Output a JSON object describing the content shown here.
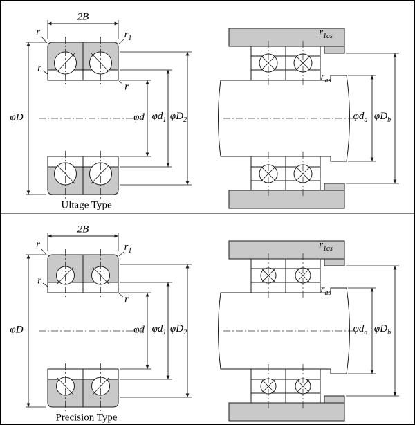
{
  "panels": [
    {
      "caption": "Ultage Type",
      "section": {
        "b2": "2B",
        "r_top": "r",
        "r1": {
          "main": "r",
          "sub": "1"
        },
        "r_inner": "r",
        "r_right": "r",
        "phi_D": "φD",
        "phi_d": "φd",
        "phi_d1": {
          "main": "φd",
          "sub": "1"
        },
        "phi_D2": {
          "main": "φD",
          "sub": "2"
        }
      },
      "mounted": {
        "r1as": {
          "main": "r",
          "sub": "1as"
        },
        "ras": {
          "main": "r",
          "sub": "as"
        },
        "phi_da": {
          "main": "φd",
          "sub": "a"
        },
        "phi_Db": {
          "main": "φD",
          "sub": "b"
        }
      }
    },
    {
      "caption": "Precision Type",
      "section": {
        "b2": "2B",
        "r_top": "r",
        "r1": {
          "main": "r",
          "sub": "1"
        },
        "r_inner": "r",
        "r_right": "r",
        "phi_D": "φD",
        "phi_d": "φd",
        "phi_d1": {
          "main": "φd",
          "sub": "1"
        },
        "phi_D2": {
          "main": "φD",
          "sub": "2"
        }
      },
      "mounted": {
        "r1as": {
          "main": "r",
          "sub": "1as"
        },
        "ras": {
          "main": "r",
          "sub": "as"
        },
        "phi_da": {
          "main": "φd",
          "sub": "a"
        },
        "phi_Db": {
          "main": "φD",
          "sub": "b"
        }
      }
    }
  ]
}
